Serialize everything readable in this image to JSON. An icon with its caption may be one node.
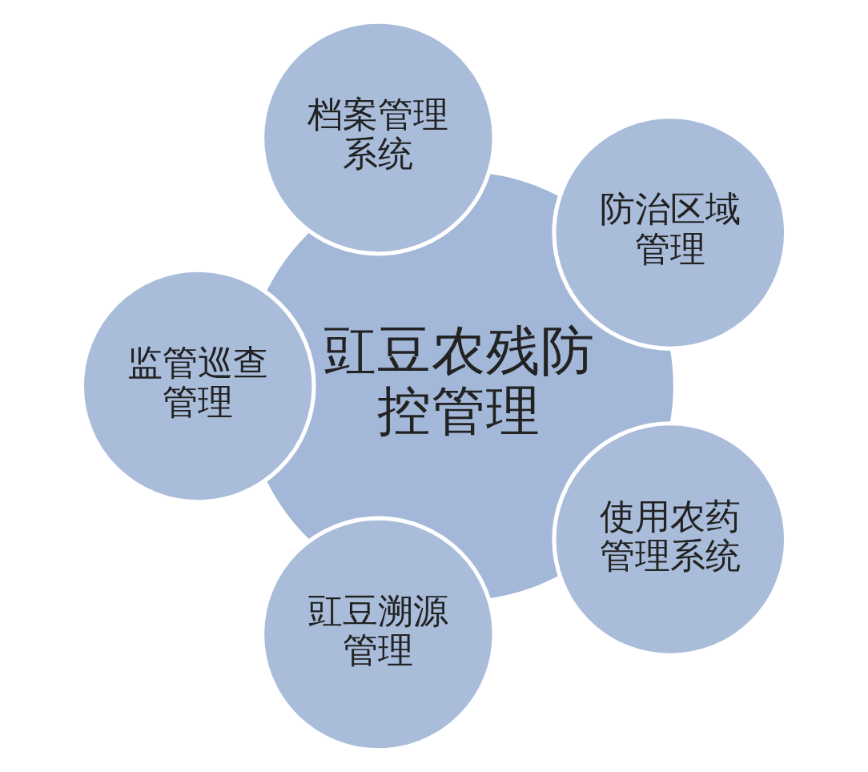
{
  "diagram": {
    "nodes": [
      {
        "text": [
          "豇豆农残防控管理"
        ]
      },
      {
        "text": [
          "防治区域管理"
        ]
      },
      {
        "text": [
          "档案管理系统"
        ]
      },
      {
        "text": [
          "监管巡查管理"
        ]
      },
      {
        "text": [
          "豇豆溯源管理"
        ]
      },
      {
        "text": [
          "使用农药管理系统"
        ]
      }
    ]
  }
}
